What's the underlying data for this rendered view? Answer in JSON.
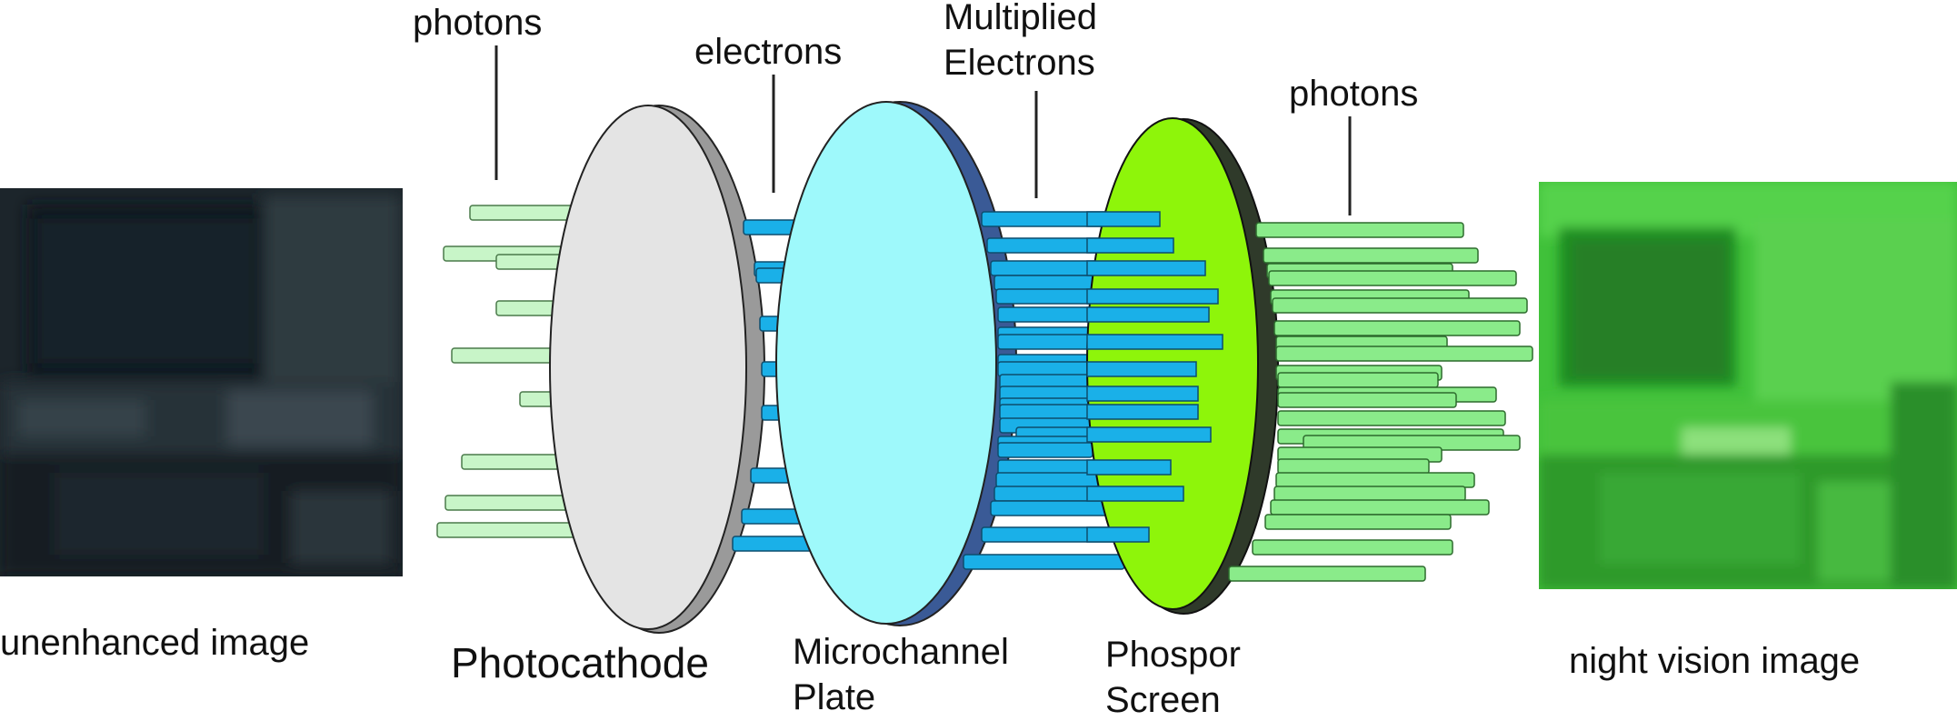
{
  "labels": {
    "photons_in": "photons",
    "electrons": "electrons",
    "multiplied_line1": "Multiplied",
    "multiplied_line2": "Electrons",
    "photons_out": "photons",
    "unenhanced": "unenhanced image",
    "photocathode": "Photocathode",
    "mcp_line1": "Microchannel",
    "mcp_line2": "Plate",
    "phosphor_line1": "Phospor",
    "phosphor_line2": "Screen",
    "night_vision": "night vision image"
  },
  "colors": {
    "photon_in": "#c8f5c8",
    "electron": "#1ab0e8",
    "photon_out": "#8aeb8a",
    "photocathode_face": "#e4e4e4",
    "photocathode_rim": "#9a9a9a",
    "mcp_face": "#9ef9fb",
    "mcp_rim": "#3a5a96",
    "phosphor_face": "#8ef50a",
    "phosphor_rim": "#2f3a2a",
    "dark_image": "#1a2228",
    "green_image": "#3fc43f"
  }
}
